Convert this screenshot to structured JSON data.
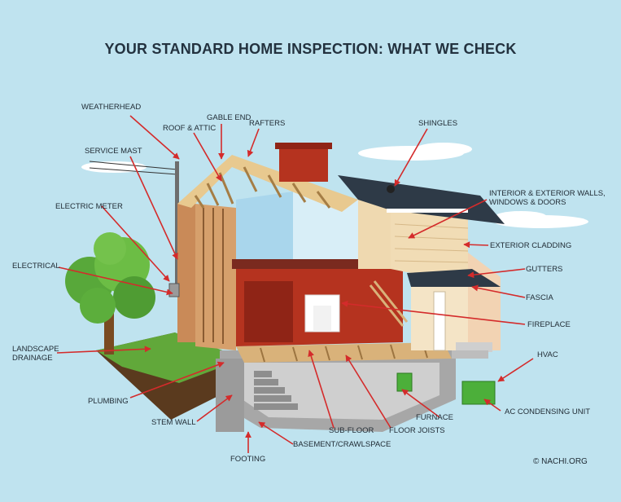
{
  "title": "YOUR STANDARD HOME INSPECTION: WHAT WE CHECK",
  "labels": {
    "weatherhead": "WEATHERHEAD",
    "gable_end": "GABLE END",
    "roof_attic": "ROOF & ATTIC",
    "rafters": "RAFTERS",
    "shingles": "SHINGLES",
    "service_mast": "SERVICE MAST",
    "electric_meter": "ELECTRIC METER",
    "interior_exterior_walls_line1": "INTERIOR & EXTERIOR WALLS,",
    "interior_exterior_walls_line2": "WINDOWS & DOORS",
    "exterior_cladding": "EXTERIOR CLADDING",
    "electrical": "ELECTRICAL",
    "gutters": "GUTTERS",
    "fascia": "FASCIA",
    "fireplace": "FIREPLACE",
    "landscape_drainage_line1": "LANDSCAPE",
    "landscape_drainage_line2": "DRAINAGE",
    "hvac": "HVAC",
    "plumbing": "PLUMBING",
    "furnace": "FURNACE",
    "ac_condensing_unit": "AC CONDENSING UNIT",
    "stem_wall": "STEM WALL",
    "sub_floor": "SUB-FLOOR",
    "floor_joists": "FLOOR JOISTS",
    "basement_crawlspace": "BASEMENT/CRAWLSPACE",
    "footing": "FOOTING"
  },
  "credit": "© NACHI.ORG",
  "colors": {
    "sky": "#bfe3ef",
    "arrow": "#d42b2b",
    "brick": "#b5331f",
    "roof": "#2e3a47",
    "wood": "#e8c98f",
    "concrete": "#b8b8b8",
    "tree": "#5cae3c",
    "ground": "#5a3a1e",
    "title_text": "#23323f"
  }
}
